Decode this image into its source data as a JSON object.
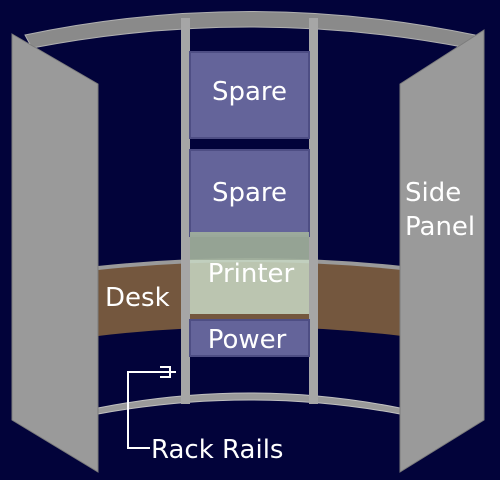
{
  "labels": {
    "spare_top": "Spare",
    "spare_middle": "Spare",
    "printer": "Printer",
    "power": "Power",
    "desk": "Desk",
    "side_panel_line1": "Side",
    "side_panel_line2": "Panel",
    "rack_rails": "Rack Rails"
  },
  "colors": {
    "background": "#02033a",
    "panel": "#9b9b9b",
    "module": "#6a6a9e",
    "desk": "#8a6a4a",
    "printer": "#c8dcc8",
    "rail": "#a8a8a8"
  }
}
